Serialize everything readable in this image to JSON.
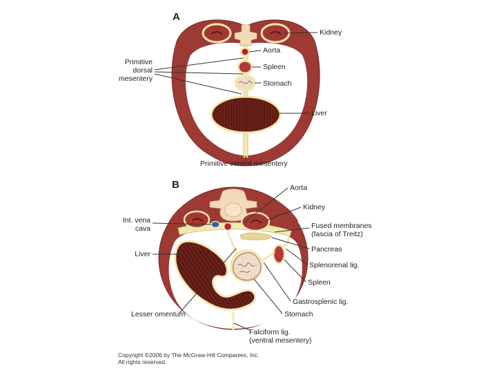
{
  "panels": {
    "a": "A",
    "b": "B"
  },
  "labels_a": {
    "kidney": "Kidney",
    "aorta": "Aorta",
    "spleen": "Spleen",
    "stomach": "Stomach",
    "liver": "Liver",
    "primitive_dorsal": [
      "Primitive",
      "dorsal",
      "mesentery"
    ],
    "primitive_ventral": "Primitive ventral mesentery"
  },
  "labels_b": {
    "aorta": "Aorta",
    "kidney": "Kidney",
    "ivc": [
      "Int. vena",
      "cava"
    ],
    "fused": [
      "Fused membranes",
      "(fascia of Treitz)"
    ],
    "pancreas": "Pancreas",
    "liver": "Liver",
    "splenorenal": "Splenorenal lig.",
    "spleen": "Spleen",
    "gastrosplenic": "Gastrosplenic lig.",
    "lesser_omentum": "Lesser omentum",
    "stomach": "Stomach",
    "falciform": [
      "Falciform lig.",
      "(ventral mesentery)"
    ]
  },
  "copyright": [
    "Copyright ©2006 by The McGraw-Hill Companies, Inc.",
    "All rights reserved."
  ],
  "colors": {
    "wall": "#9c3a33",
    "wall_edge": "#7a2a25",
    "membrane": "#f3e9b0",
    "membrane_edge": "#c9b46a",
    "organ_dark": "#5c1a14",
    "organ_red": "#b23a36",
    "kidney": "#a33833",
    "vertebra": "#f2d9b8",
    "stomach": "#efdcc8",
    "ivc": "#2f5fb3",
    "aorta": "#c21e2e"
  }
}
